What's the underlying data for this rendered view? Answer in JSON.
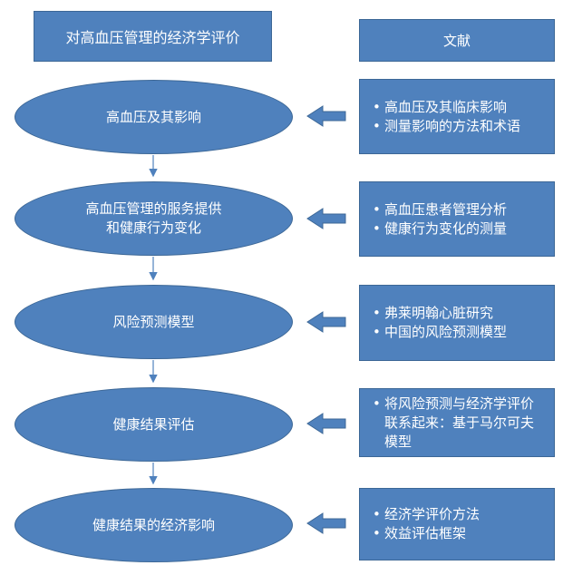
{
  "title": "对高血压管理的经济学评价",
  "literature_header": "文献",
  "stages": [
    {
      "lines": [
        "高血压及其影响"
      ]
    },
    {
      "lines": [
        "高血压管理的服务提供",
        "和健康行为变化"
      ]
    },
    {
      "lines": [
        "风险预测模型"
      ]
    },
    {
      "lines": [
        "健康结果评估"
      ]
    },
    {
      "lines": [
        "健康结果的经济影响"
      ]
    }
  ],
  "literature": [
    {
      "items": [
        "高血压及其临床影响",
        "测量影响的方法和术语"
      ]
    },
    {
      "items": [
        "高血压患者管理分析",
        "健康行为变化的测量"
      ]
    },
    {
      "items": [
        "弗莱明翰心脏研究",
        "中国的风险预测模型"
      ]
    },
    {
      "items": [
        "将风险预测与经济学评价联系起来：基于马尔可夫模型"
      ]
    },
    {
      "items": [
        "经济学评价方法",
        "效益评估框架"
      ]
    }
  ],
  "colors": {
    "fill": "#4f81bd",
    "border": "#3c6796",
    "text": "#ffffff",
    "connector": "#4f81bd"
  }
}
